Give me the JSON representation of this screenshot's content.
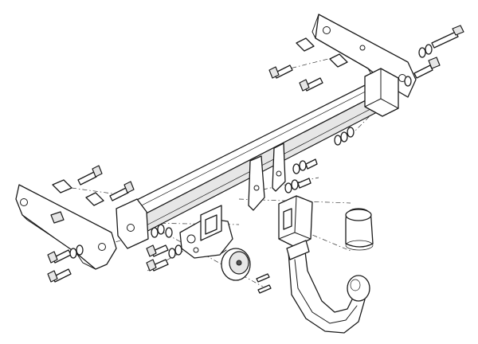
{
  "diagram": {
    "kind": "exploded-assembly-drawing",
    "subject": "towbar kit",
    "style": "black line art on white background",
    "parts": [
      {
        "name": "cross-member-beam",
        "count": 1
      },
      {
        "name": "side-bracket-left",
        "count": 1
      },
      {
        "name": "side-bracket-right",
        "count": 1
      },
      {
        "name": "mounting-tab",
        "count": 2
      },
      {
        "name": "square-washer",
        "count": 4
      },
      {
        "name": "bolt",
        "count": 12
      },
      {
        "name": "nut-washer-set",
        "count": 8
      },
      {
        "name": "socket-plate",
        "count": 1
      },
      {
        "name": "tow-ball-receiver",
        "count": 1
      },
      {
        "name": "electrical-socket",
        "count": 1
      },
      {
        "name": "swan-neck-tow-bar",
        "count": 1
      },
      {
        "name": "tow-ball-cover",
        "count": 1
      }
    ]
  }
}
